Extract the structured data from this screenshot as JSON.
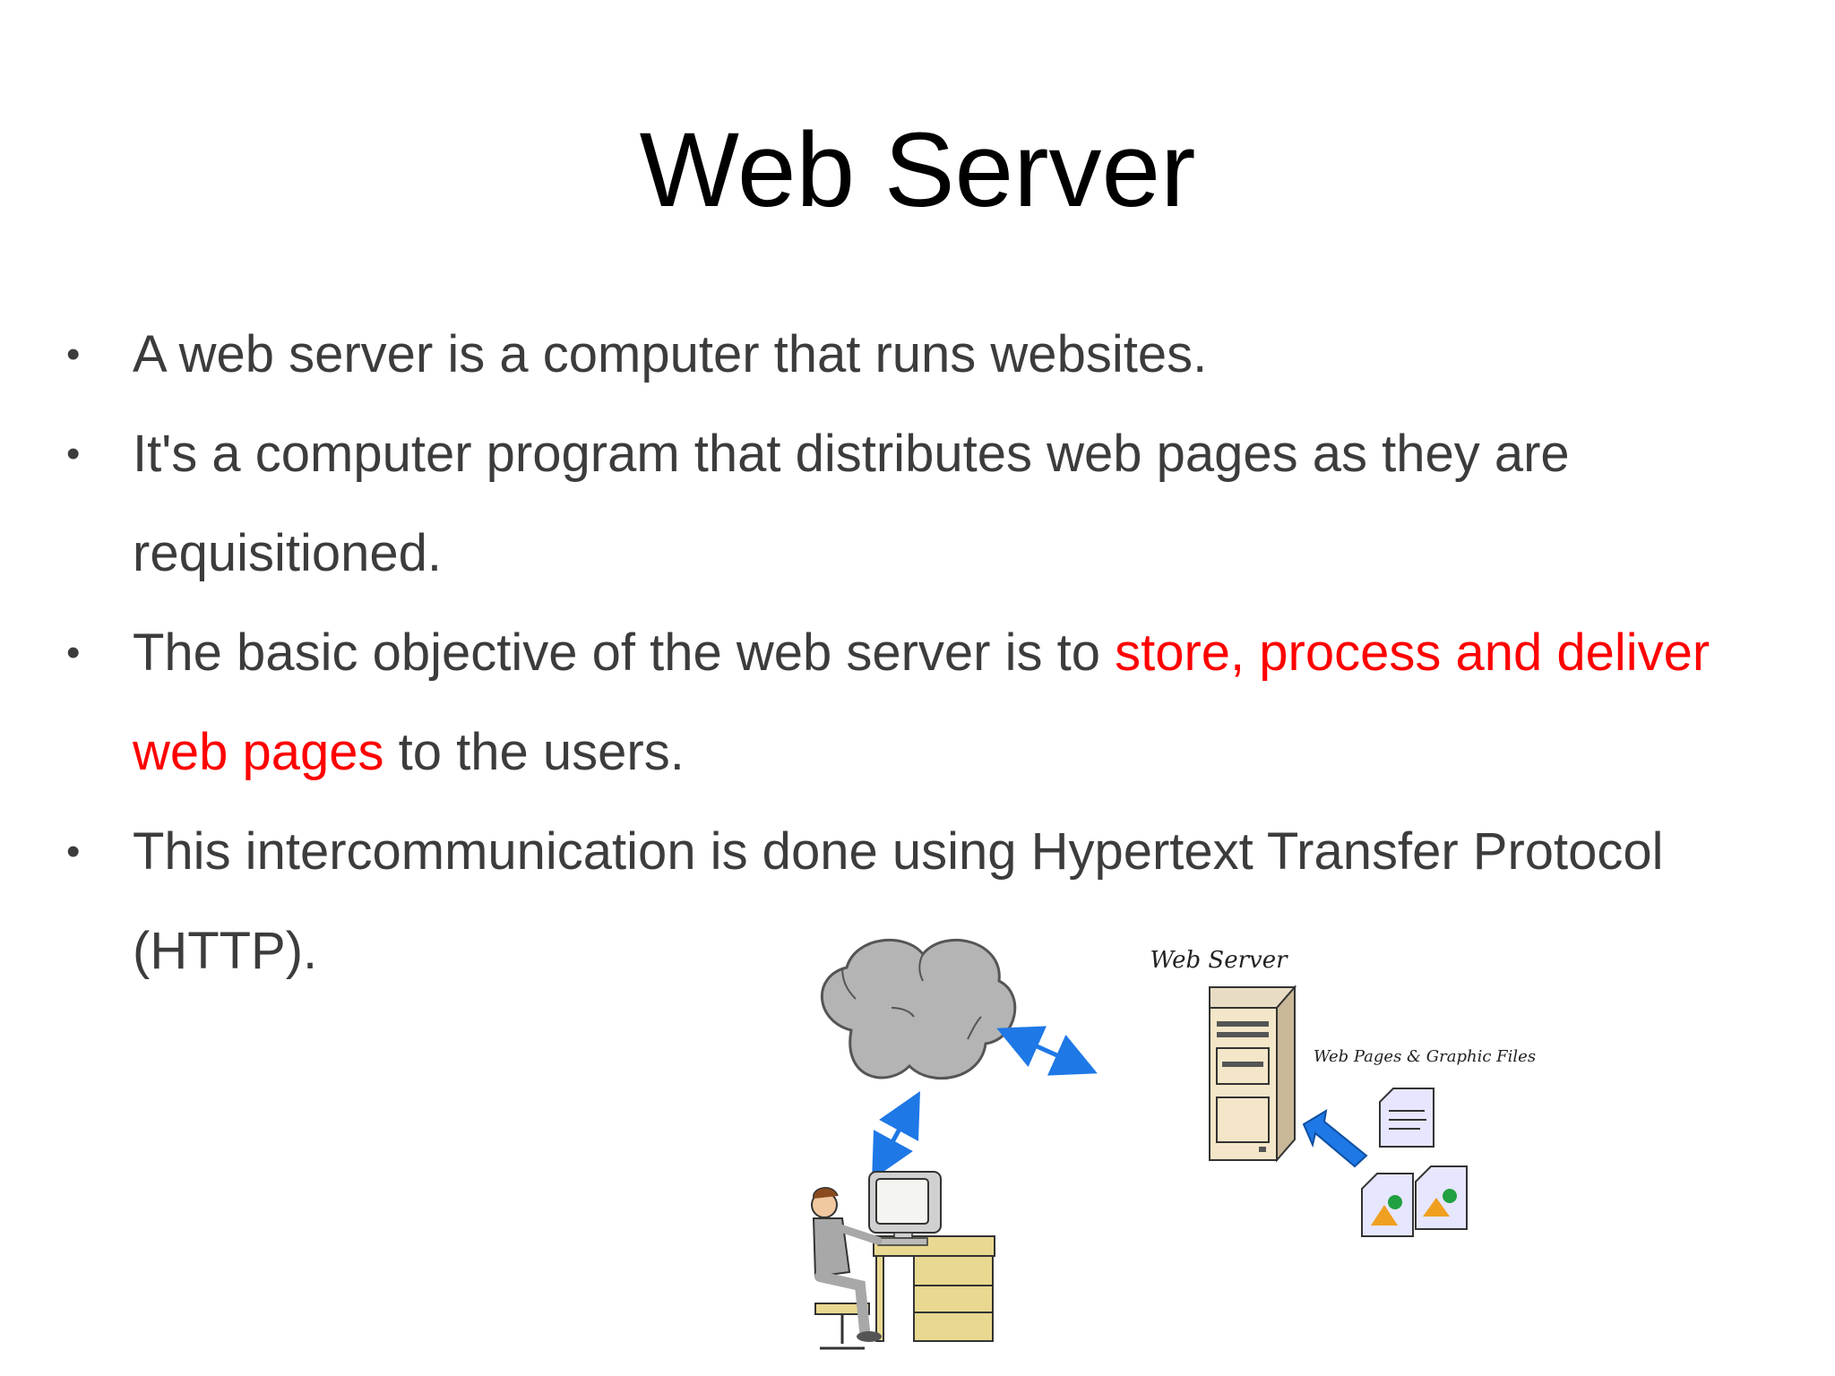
{
  "slide": {
    "title": "Web Server"
  },
  "bullets": [
    {
      "text": "A web server is a computer that runs websites."
    },
    {
      "text": "It's a computer program that distributes web pages as they are requisitioned."
    },
    {
      "text_before": "The basic objective of the web server is to ",
      "highlight": "store, process and deliver web pages",
      "text_after": " to the users."
    },
    {
      "text": "This intercommunication is done using Hypertext Transfer Protocol (HTTP)."
    }
  ],
  "figure": {
    "server_label": "Web Server",
    "files_label": "Web Pages & Graphic Files"
  },
  "colors": {
    "title": "#000000",
    "body_text": "#3c3c3c",
    "highlight": "#ff0000",
    "arrow_blue": "#1e78e6",
    "cloud": "#b4b4b4"
  }
}
